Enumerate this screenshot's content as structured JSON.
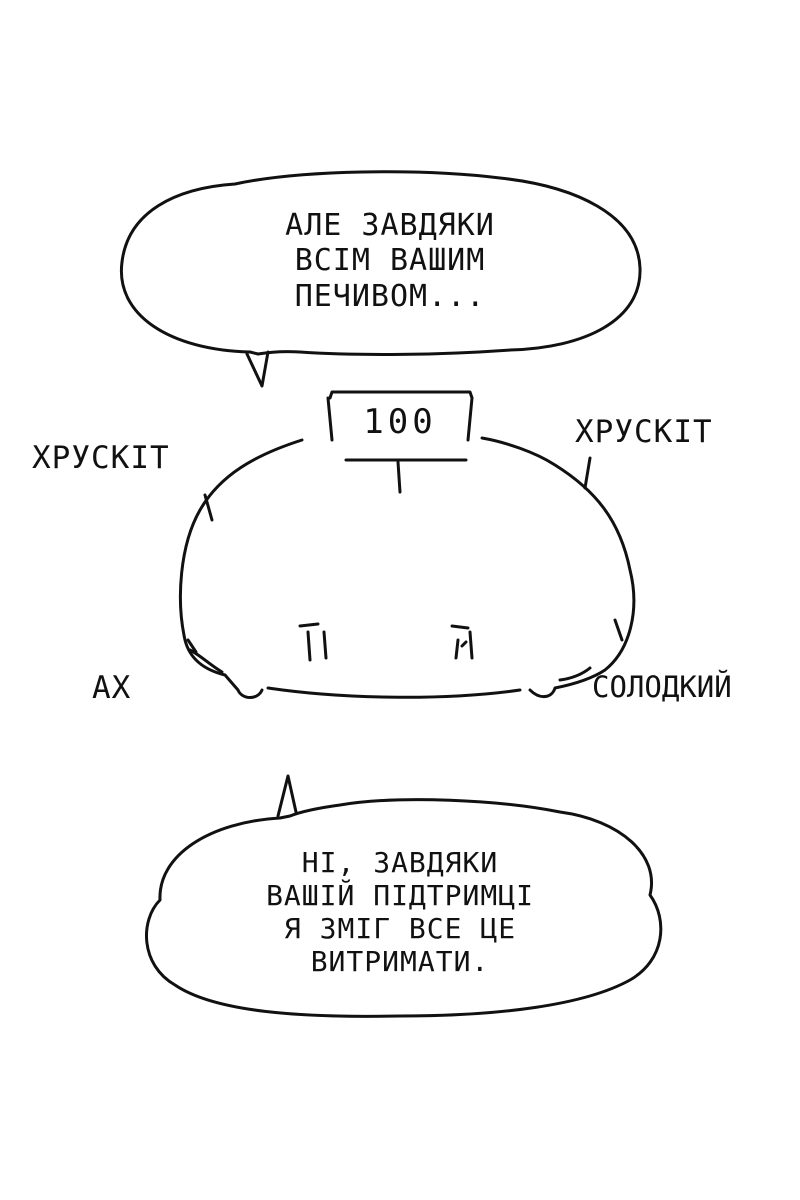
{
  "top_bubble": {
    "lines": [
      "Але завдяки",
      "всім вашим",
      "печивом..."
    ]
  },
  "bottom_bubble": {
    "lines": [
      "Ні, завдяки",
      "вашій підтримці",
      "я зміг все це",
      "витримати."
    ]
  },
  "sign": {
    "number": "100"
  },
  "sound_effects": {
    "crunch_left": "ХРУСКІТ",
    "crunch_right": "ХРУСКІТ",
    "ah": "АХ",
    "sweet": "СОЛОДКИЙ"
  },
  "colors": {
    "ink": "#111111",
    "background": "#ffffff"
  }
}
